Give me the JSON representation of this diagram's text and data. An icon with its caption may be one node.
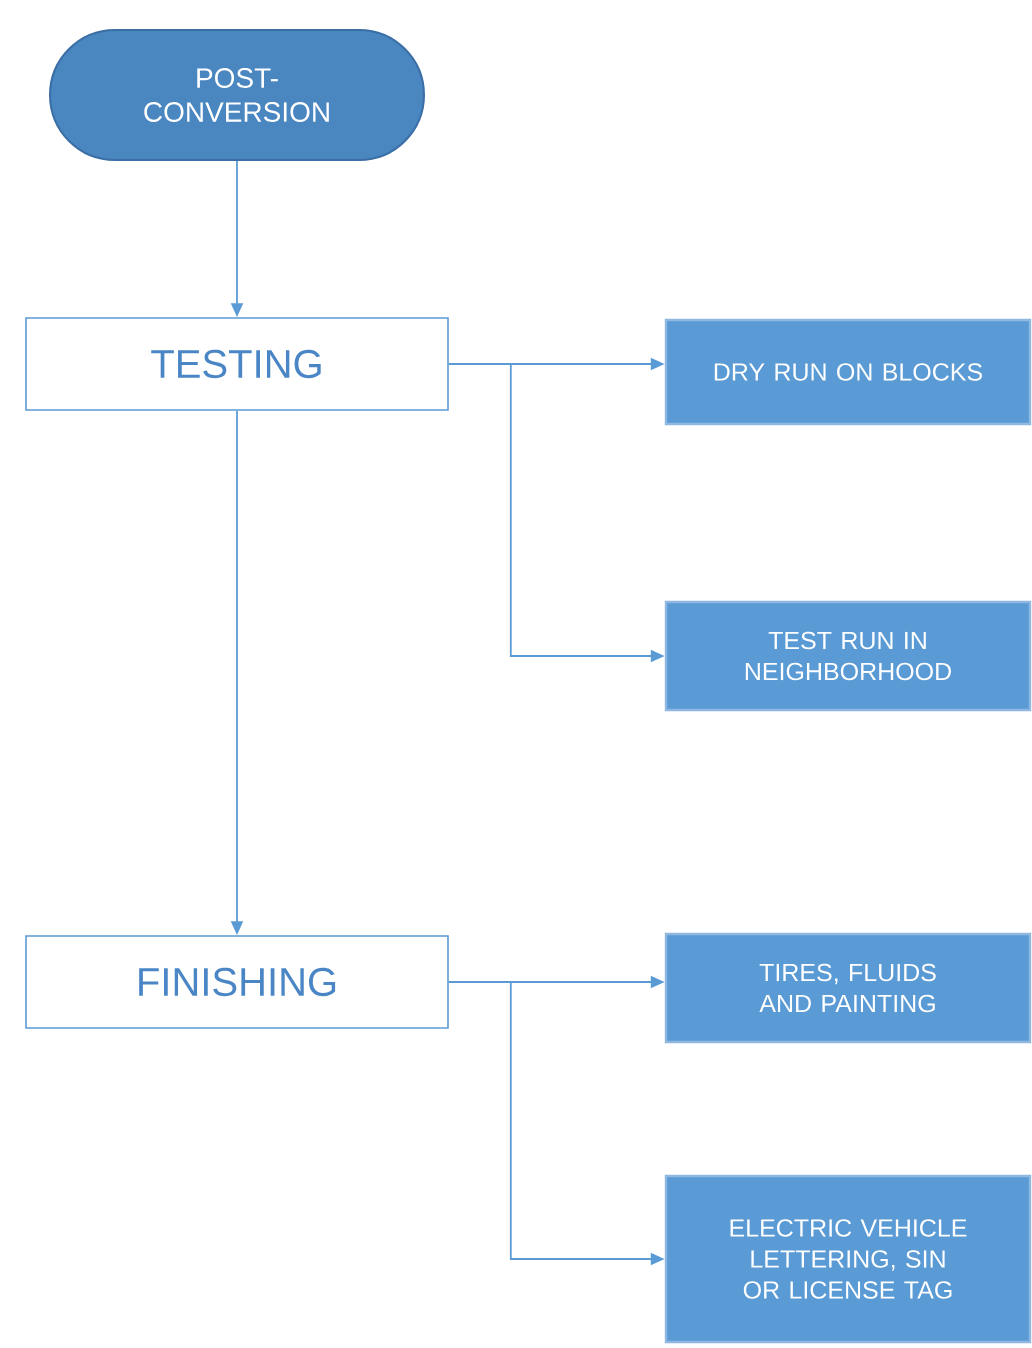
{
  "diagram": {
    "nodes": [
      {
        "text": [
          "POST-CONVERSION"
        ]
      },
      {
        "text": [
          "TESTING"
        ]
      },
      {
        "text": [
          "DRY RUN ON BLOCKS"
        ]
      },
      {
        "text": [
          "TEST RUN IN NEIGHBORHOOD"
        ]
      },
      {
        "text": [
          "FINISHING"
        ]
      },
      {
        "text": [
          "TIRES, FLUIDS AND PAINTING"
        ]
      },
      {
        "text": [
          "ELECTRIC VEHICLE LETTERING, SIN OR LICENSE TAG"
        ]
      }
    ],
    "edges": [
      {
        "from": 0,
        "to": 1,
        "arrow": "to"
      },
      {
        "from": 1,
        "to": 2,
        "arrow": "to"
      },
      {
        "from": 1,
        "to": 3,
        "arrow": "to"
      },
      {
        "from": 1,
        "to": 4,
        "arrow": "to"
      },
      {
        "from": 4,
        "to": 5,
        "arrow": "to"
      },
      {
        "from": 4,
        "to": 6,
        "arrow": "to"
      }
    ]
  }
}
